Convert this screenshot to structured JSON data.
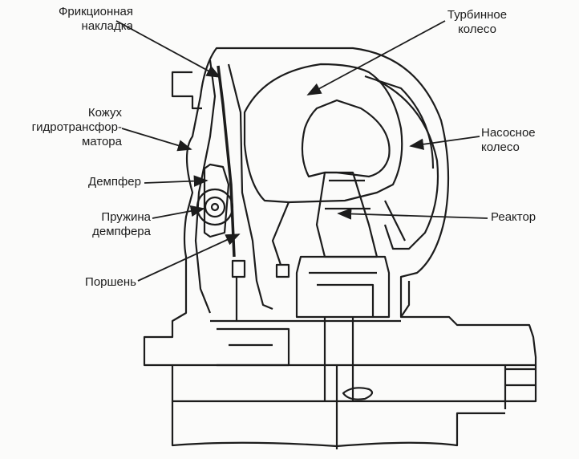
{
  "labels": {
    "friction_lining": [
      "Фрикционная",
      "накладка"
    ],
    "converter_housing": [
      "Кожух",
      "гидротрансфор-",
      "матора"
    ],
    "damper": [
      "Демпфер"
    ],
    "damper_spring": [
      "Пружина",
      "демпфера"
    ],
    "piston": [
      "Поршень"
    ],
    "turbine_wheel": [
      "Турбинное",
      "колесо"
    ],
    "pump_wheel": [
      "Насосное",
      "колесо"
    ],
    "reactor": [
      "Реактор"
    ]
  },
  "colors": {
    "ink": "#1c1c1c",
    "paper": "#fbfbfa"
  }
}
